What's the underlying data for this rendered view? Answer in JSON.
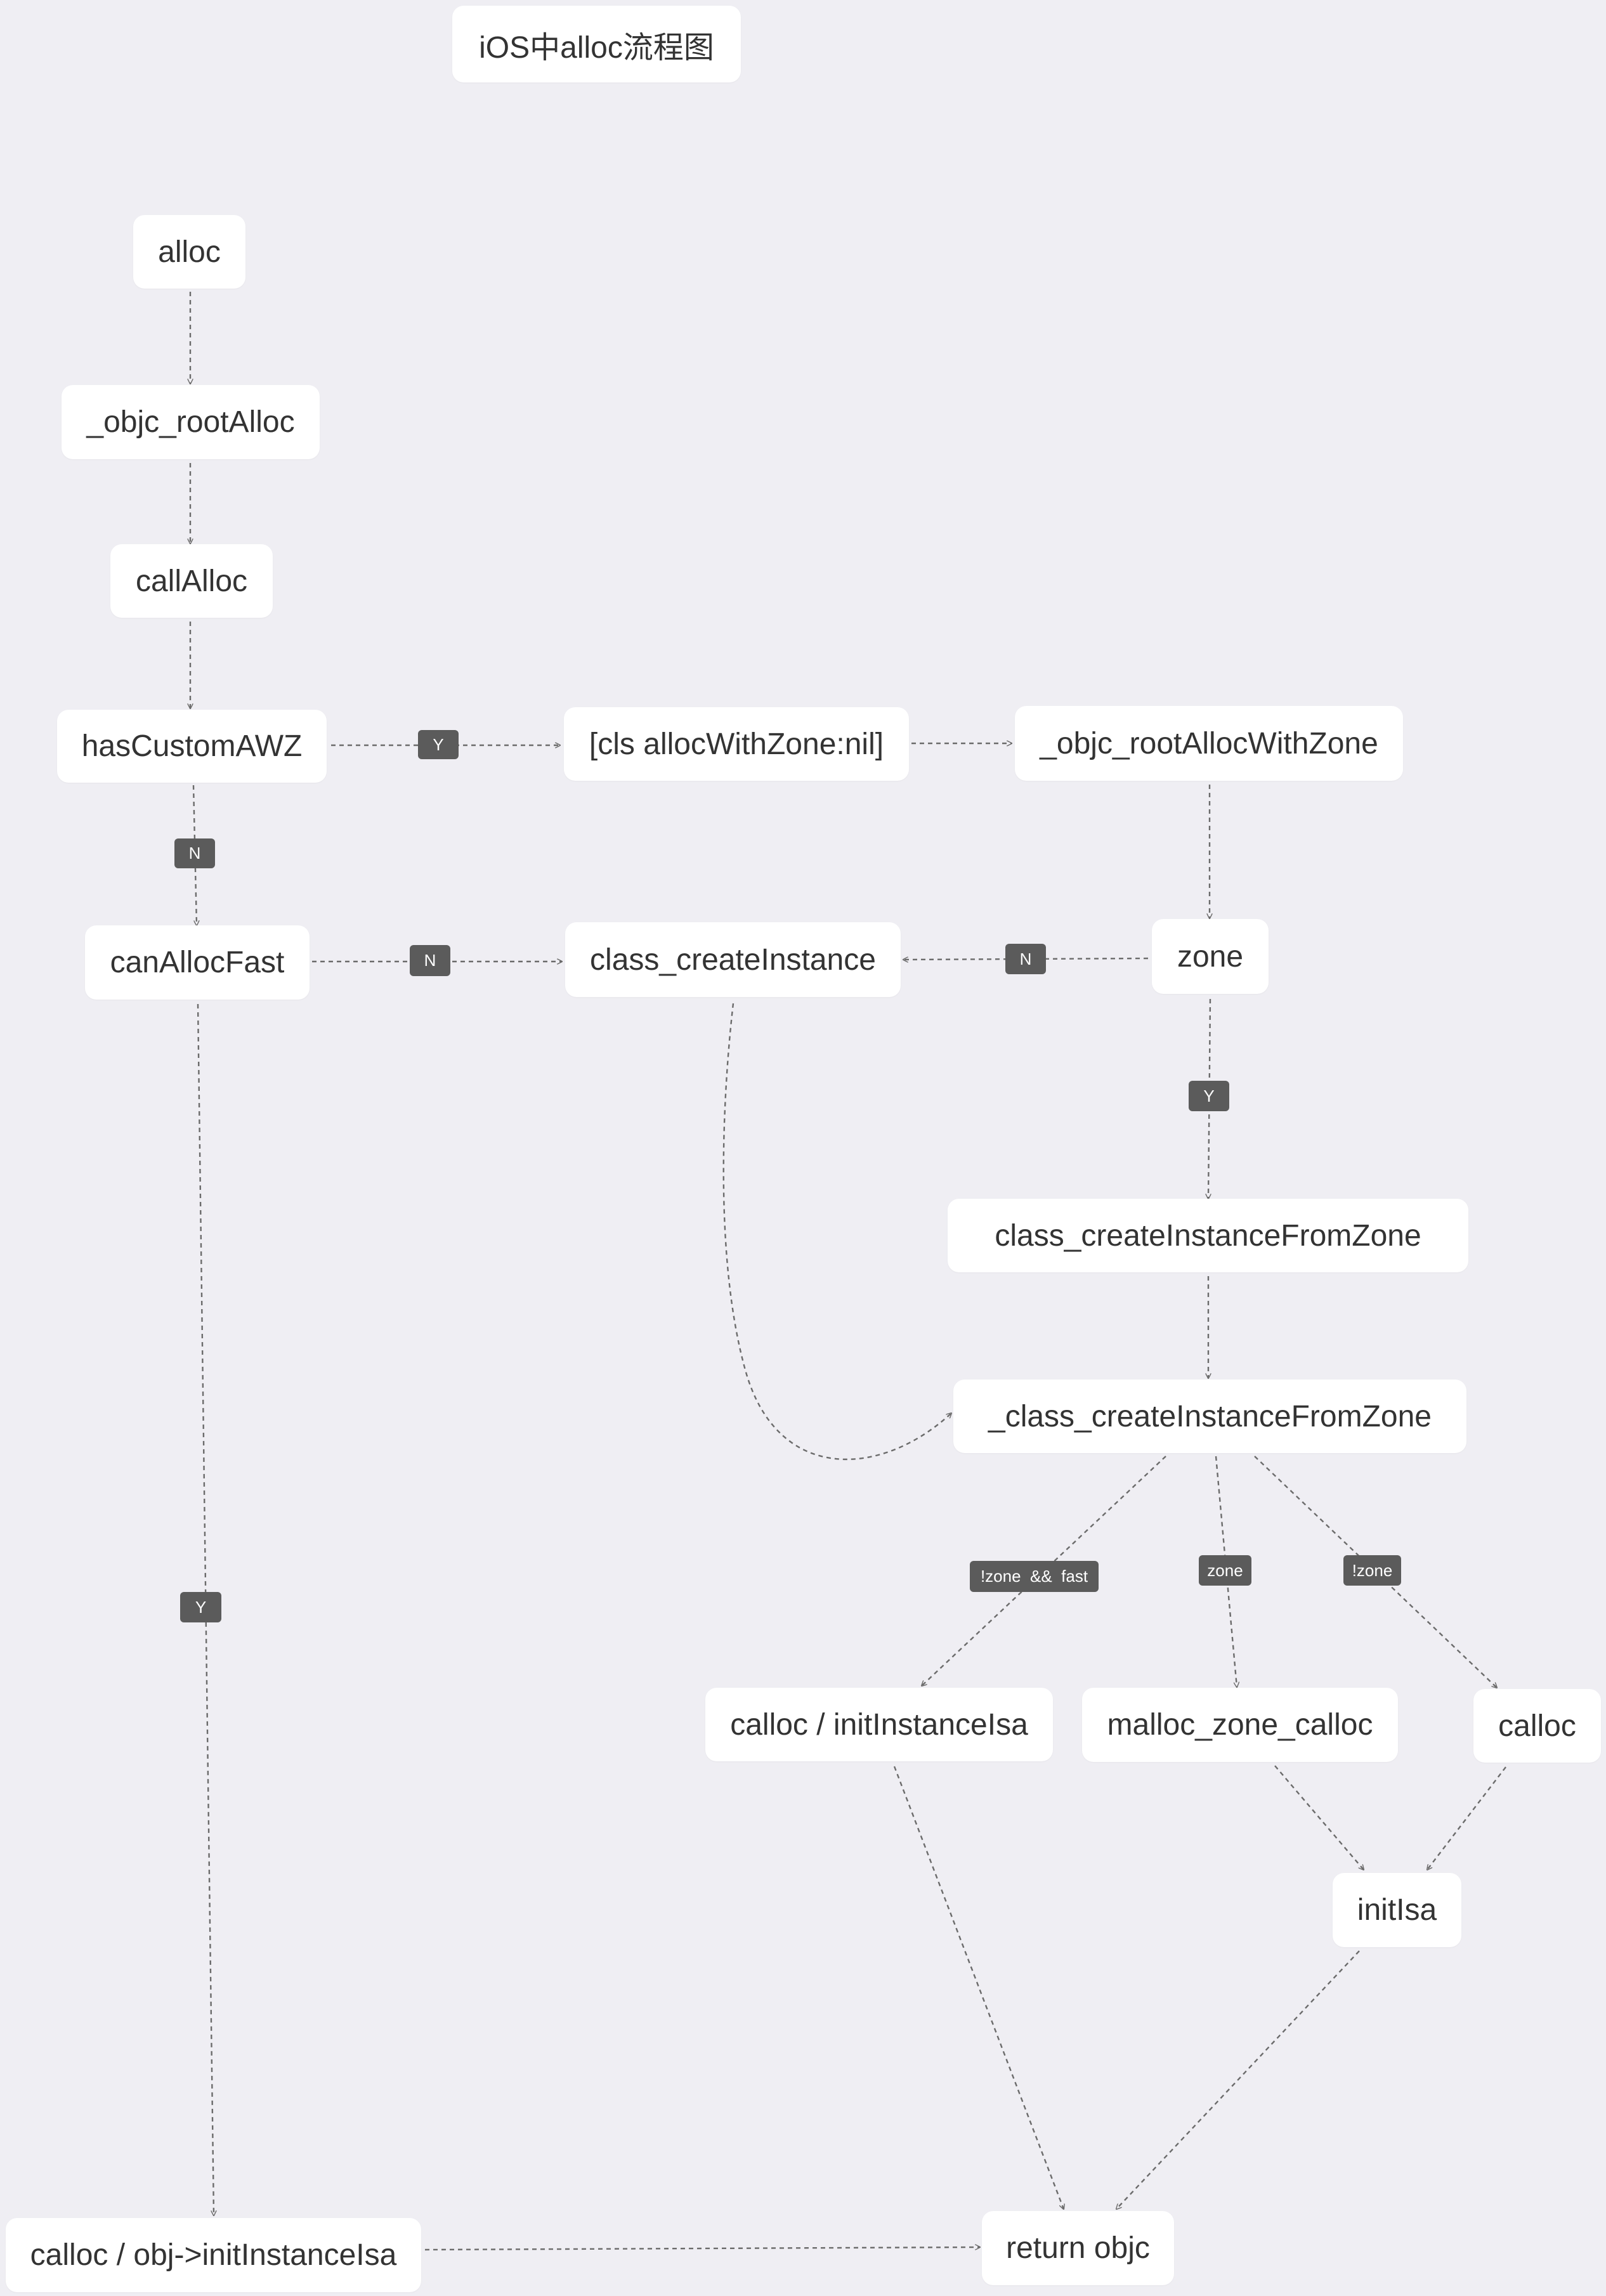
{
  "title": "iOS中alloc流程图",
  "nodes": {
    "alloc": "alloc",
    "objc_rootAlloc": "_objc_rootAlloc",
    "callAlloc": "callAlloc",
    "hasCustomAWZ": "hasCustomAWZ",
    "allocWithZoneNil": "[cls allocWithZone:nil]",
    "objc_rootAllocWithZone": "_objc_rootAllocWithZone",
    "canAllocFast": "canAllocFast",
    "class_createInstance": "class_createInstance",
    "zone": "zone",
    "class_createInstanceFromZone": "class_createInstanceFromZone",
    "_class_createInstanceFromZone": "_class_createInstanceFromZone",
    "calloc_initInstanceIsa": "calloc / initInstanceIsa",
    "malloc_zone_calloc": "malloc_zone_calloc",
    "calloc": "calloc",
    "initIsa": "initIsa",
    "calloc_obj_initInstanceIsa": "calloc / obj->initInstanceIsa",
    "return_objc": "return objc"
  },
  "edge_labels": {
    "hasCustomAWZ_Y": "Y",
    "hasCustomAWZ_N": "N",
    "canAllocFast_N": "N",
    "canAllocFast_Y": "Y",
    "zone_N": "N",
    "zone_Y": "Y",
    "nozone_fast": "!zone  &&  fast",
    "zone": "zone",
    "nozone": "!zone"
  }
}
